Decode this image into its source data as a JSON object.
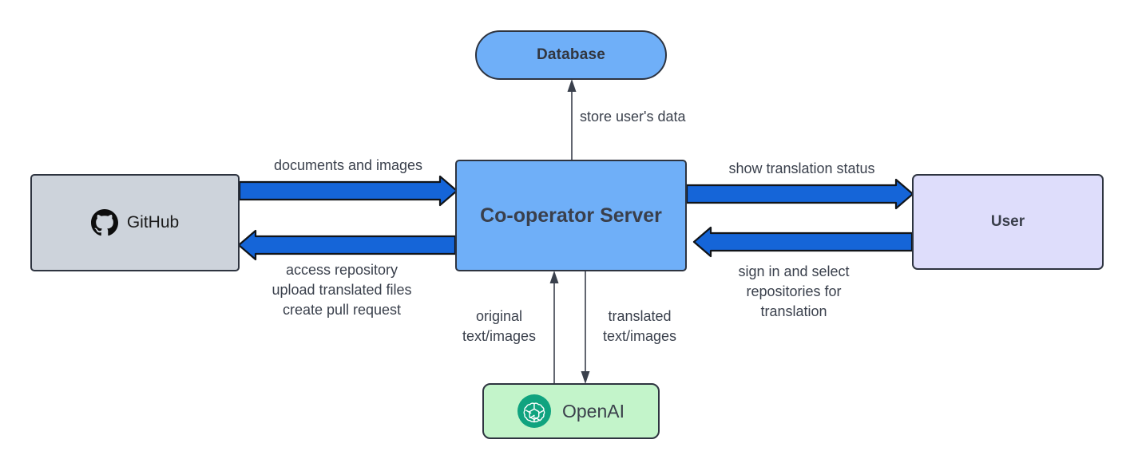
{
  "diagram": {
    "title": "Co-operator Server architecture flow",
    "background": "#ffffff",
    "nodes": {
      "database": {
        "label": "Database",
        "fill": "#6FAFF8",
        "stroke": "#2E3440",
        "shape": "stadium"
      },
      "server": {
        "label": "Co-operator Server",
        "fill": "#6FAFF8",
        "stroke": "#2E3440",
        "shape": "rect"
      },
      "github": {
        "label": "GitHub",
        "icon": "github-logo-icon",
        "fill": "#CDD3DB",
        "stroke": "#2E3440",
        "shape": "rect"
      },
      "user": {
        "label": "User",
        "fill": "#DEDDFB",
        "stroke": "#2E3440",
        "shape": "rect"
      },
      "openai": {
        "label": "OpenAI",
        "icon": "openai-logo-icon",
        "fill": "#C3F4CA",
        "stroke": "#2E3440",
        "shape": "rect"
      }
    },
    "edges": {
      "server_to_database": {
        "label": "store user's data",
        "style": "thin-arrow",
        "color": "#3A404C"
      },
      "github_to_server": {
        "label": "documents and images",
        "style": "block-arrow",
        "color": "#1565D8"
      },
      "server_to_github": {
        "label": "access repository\nupload translated files\ncreate pull request",
        "style": "block-arrow",
        "color": "#1565D8"
      },
      "server_to_user": {
        "label": "show translation status",
        "style": "block-arrow",
        "color": "#1565D8"
      },
      "user_to_server": {
        "label": "sign in and select\nrepositories for\ntranslation",
        "style": "block-arrow",
        "color": "#1565D8"
      },
      "openai_to_server": {
        "label": "original\ntext/images",
        "style": "thin-arrow",
        "color": "#3A404C"
      },
      "server_to_openai": {
        "label": "translated\ntext/images",
        "style": "thin-arrow",
        "color": "#3A404C"
      }
    }
  }
}
